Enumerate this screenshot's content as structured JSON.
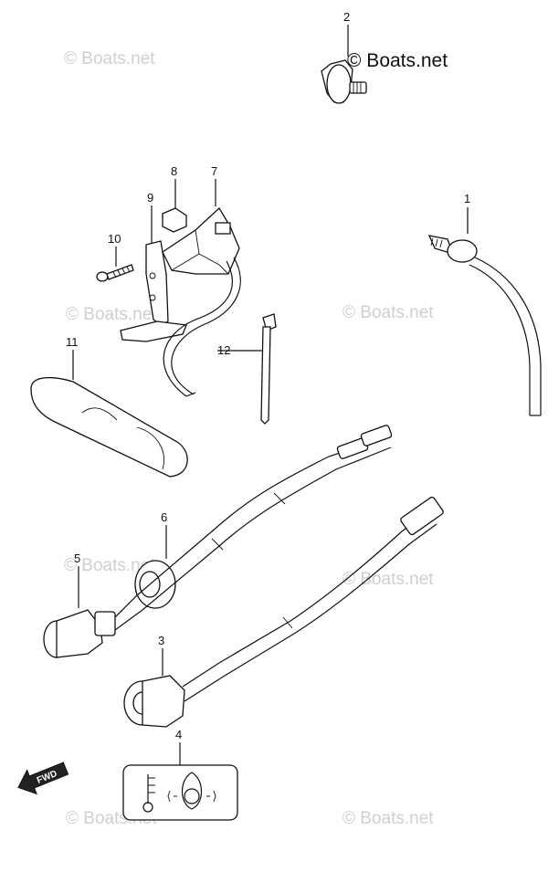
{
  "watermark": {
    "text": "© Boats.net"
  },
  "fwd_label": "FWD",
  "parts": [
    {
      "label": "1"
    },
    {
      "label": "2"
    },
    {
      "label": "3"
    },
    {
      "label": "4"
    },
    {
      "label": "5"
    },
    {
      "label": "6"
    },
    {
      "label": "7"
    },
    {
      "label": "8"
    },
    {
      "label": "9"
    },
    {
      "label": "10"
    },
    {
      "label": "11"
    },
    {
      "label": "12"
    }
  ]
}
